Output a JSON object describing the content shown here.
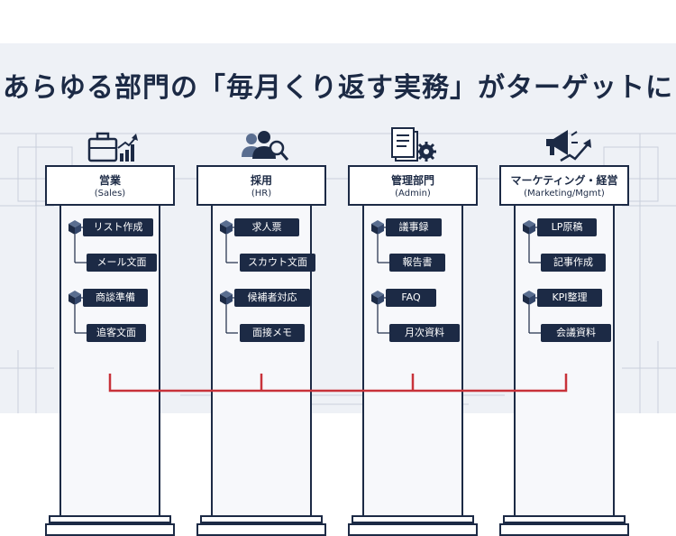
{
  "title": "あらゆる部門の「毎月くり返す実務」がターゲットに",
  "departments": [
    {
      "name": "営業",
      "sub": "(Sales)",
      "icon": "briefcase-chart-icon",
      "tasks": [
        "リスト作成",
        "メール文面",
        "商談準備",
        "追客文面"
      ]
    },
    {
      "name": "採用",
      "sub": "(HR)",
      "icon": "people-search-icon",
      "tasks": [
        "求人票",
        "スカウト文面",
        "候補者対応",
        "面接メモ"
      ]
    },
    {
      "name": "管理部門",
      "sub": "(Admin)",
      "icon": "documents-gear-icon",
      "tasks": [
        "議事録",
        "報告書",
        "FAQ",
        "月次資料"
      ]
    },
    {
      "name": "マーケティング・経営",
      "sub": "(Marketing/Mgmt)",
      "icon": "megaphone-growth-icon",
      "tasks": [
        "LP原稿",
        "記事作成",
        "KPI整理",
        "会議資料"
      ]
    }
  ],
  "colors": {
    "navy": "#1c2a45",
    "connector": "#c8323a",
    "background": "#eef1f6"
  }
}
